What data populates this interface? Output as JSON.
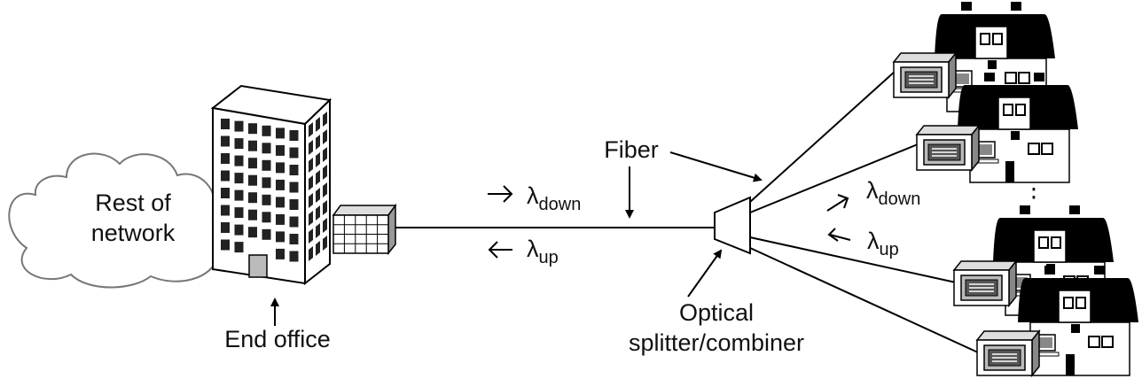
{
  "labels": {
    "cloud": [
      "Rest of",
      "network"
    ],
    "end_office": "End office",
    "fiber": "Fiber",
    "splitter": [
      "Optical",
      "splitter/combiner"
    ],
    "lambda": "λ",
    "down": "down",
    "up": "up",
    "ellipsis": "⋮"
  },
  "colors": {
    "line": "#000000",
    "house_roof": "#000000",
    "house_wall": "#ffffff",
    "cloud_fill": "#ffffff",
    "building_side": "#b0b0b0",
    "window": "#222222"
  },
  "houses": 4
}
